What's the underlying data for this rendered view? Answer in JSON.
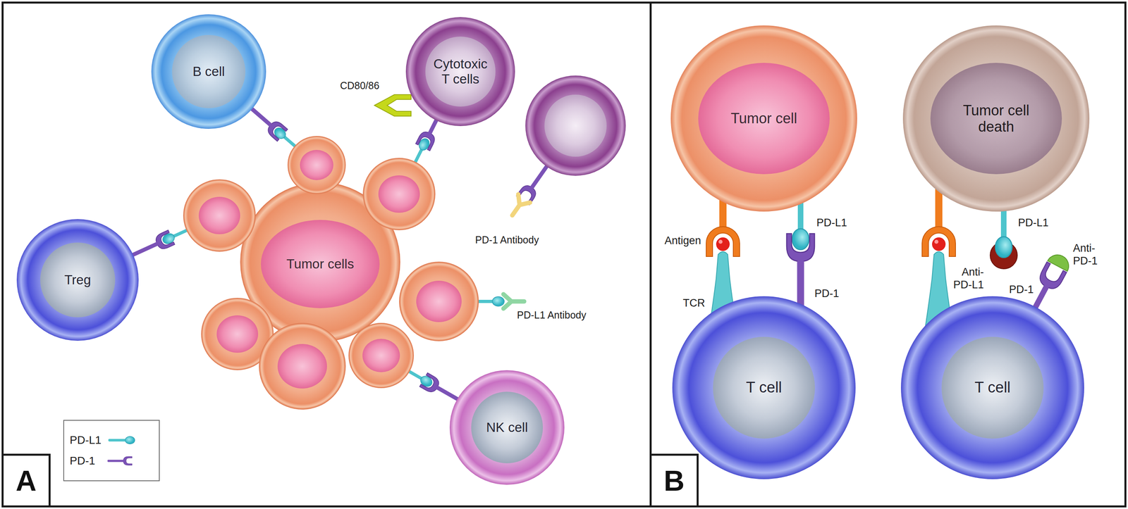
{
  "diagram": {
    "nodes": [
      {
        "text": [
          "A"
        ]
      },
      {
        "text": [
          "B cell"
        ],
        "in": 0
      },
      {
        "text": [
          "Cytotoxic T cells"
        ],
        "in": 0
      },
      {
        "text": [
          "Treg"
        ],
        "in": 0
      },
      {
        "text": [
          "Tumor cells"
        ],
        "in": 0
      },
      {
        "text": [
          "NK cell"
        ],
        "in": 0
      },
      {
        "text": [
          "B"
        ]
      },
      {
        "text": [
          "Tumor cell"
        ],
        "in": 6
      },
      {
        "text": [
          "Tumor cell death"
        ],
        "in": 6
      },
      {
        "text": [
          "T cell"
        ],
        "in": 6
      },
      {
        "text": [
          "T cell"
        ],
        "in": 6
      }
    ],
    "labels": [
      "CD80/86",
      "PD-1 Antibody",
      "PD-L1 Antibody",
      "Antigen",
      "TCR",
      "PD-L1",
      "PD-1",
      "PD-L1",
      "Anti- PD-L1",
      "Anti- PD-1",
      "PD-1"
    ],
    "legend": [
      {
        "text": "PD-L1"
      },
      {
        "text": "PD-1"
      }
    ]
  }
}
